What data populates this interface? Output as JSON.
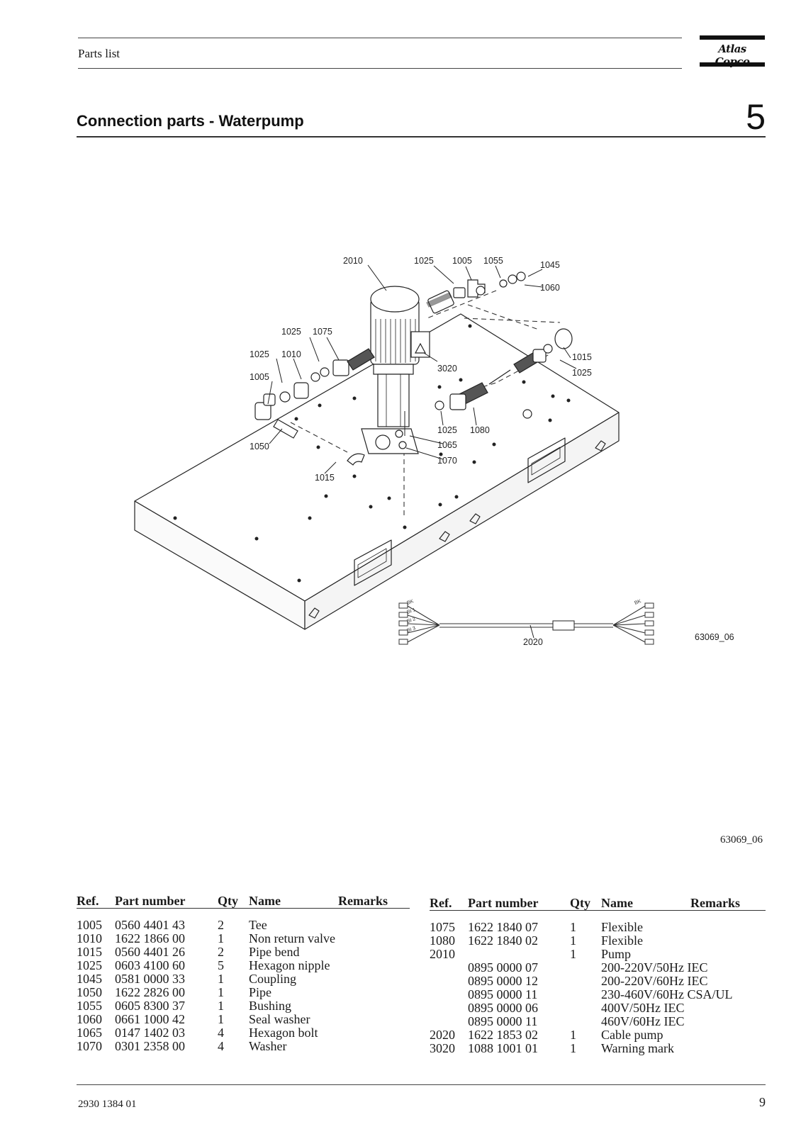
{
  "header": {
    "section_label": "Parts list",
    "logo_text": "Atlas Copco"
  },
  "page_title": "Connection parts - Waterpump",
  "chapter_number": "5",
  "drawing": {
    "callouts": {
      "c2010": "2010",
      "c1025a": "1025",
      "c1005a": "1005",
      "c1055": "1055",
      "c1045": "1045",
      "c1060": "1060",
      "c1025b": "1025",
      "c1075": "1075",
      "c1025c": "1025",
      "c1010": "1010",
      "c1005b": "1005",
      "c3020": "3020",
      "c1015a": "1015",
      "c1025d": "1025",
      "c1025e": "1025",
      "c1080": "1080",
      "c1065": "1065",
      "c1070": "1070",
      "c1050": "1050",
      "c1015b": "1015",
      "c2020": "2020"
    },
    "drawing_code": "63069_06",
    "cable_labels": [
      "BK",
      "BI 1",
      "BI 2",
      "BI 3",
      "BK"
    ]
  },
  "figure_code": "63069_06",
  "parts_table": {
    "headers": {
      "ref": "Ref.",
      "part_number": "Part number",
      "qty": "Qty",
      "name": "Name",
      "remarks": "Remarks"
    },
    "left_rows": [
      {
        "ref": "1005",
        "part_number": "0560 4401 43",
        "qty": "2",
        "name": "Tee",
        "remarks": ""
      },
      {
        "ref": "1010",
        "part_number": "1622 1866 00",
        "qty": "1",
        "name": "Non return valve",
        "remarks": ""
      },
      {
        "ref": "1015",
        "part_number": "0560 4401 26",
        "qty": "2",
        "name": "Pipe bend",
        "remarks": ""
      },
      {
        "ref": "1025",
        "part_number": "0603 4100 60",
        "qty": "5",
        "name": "Hexagon nipple",
        "remarks": ""
      },
      {
        "ref": "1045",
        "part_number": "0581 0000 33",
        "qty": "1",
        "name": "Coupling",
        "remarks": ""
      },
      {
        "ref": "1050",
        "part_number": "1622 2826 00",
        "qty": "1",
        "name": "Pipe",
        "remarks": ""
      },
      {
        "ref": "1055",
        "part_number": "0605 8300 37",
        "qty": "1",
        "name": "Bushing",
        "remarks": ""
      },
      {
        "ref": "1060",
        "part_number": "0661 1000 42",
        "qty": "1",
        "name": "Seal washer",
        "remarks": ""
      },
      {
        "ref": "1065",
        "part_number": "0147 1402 03",
        "qty": "4",
        "name": "Hexagon bolt",
        "remarks": ""
      },
      {
        "ref": "1070",
        "part_number": "0301 2358 00",
        "qty": "4",
        "name": "Washer",
        "remarks": ""
      }
    ],
    "right_rows": [
      {
        "ref": "1075",
        "part_number": "1622 1840 07",
        "qty": "1",
        "name": "Flexible",
        "remarks": ""
      },
      {
        "ref": "1080",
        "part_number": "1622 1840 02",
        "qty": "1",
        "name": "Flexible",
        "remarks": ""
      },
      {
        "ref": "2010",
        "part_number": "",
        "qty": "1",
        "name": "Pump",
        "remarks": ""
      },
      {
        "ref": "",
        "part_number": "0895 0000 07",
        "qty": "",
        "name": "200-220V/50Hz IEC",
        "remarks": ""
      },
      {
        "ref": "",
        "part_number": "0895 0000 12",
        "qty": "",
        "name": "200-220V/60Hz IEC",
        "remarks": ""
      },
      {
        "ref": "",
        "part_number": "0895 0000 11",
        "qty": "",
        "name": "230-460V/60Hz CSA/UL",
        "remarks": ""
      },
      {
        "ref": "",
        "part_number": "0895 0000 06",
        "qty": "",
        "name": "400V/50Hz IEC",
        "remarks": ""
      },
      {
        "ref": "",
        "part_number": "0895 0000 11",
        "qty": "",
        "name": "460V/60Hz IEC",
        "remarks": ""
      },
      {
        "ref": "2020",
        "part_number": "1622 1853 02",
        "qty": "1",
        "name": "Cable pump",
        "remarks": ""
      },
      {
        "ref": "3020",
        "part_number": "1088 1001 01",
        "qty": "1",
        "name": "Warning mark",
        "remarks": ""
      }
    ]
  },
  "footer": {
    "document_number": "2930 1384 01",
    "page_number": "9"
  }
}
